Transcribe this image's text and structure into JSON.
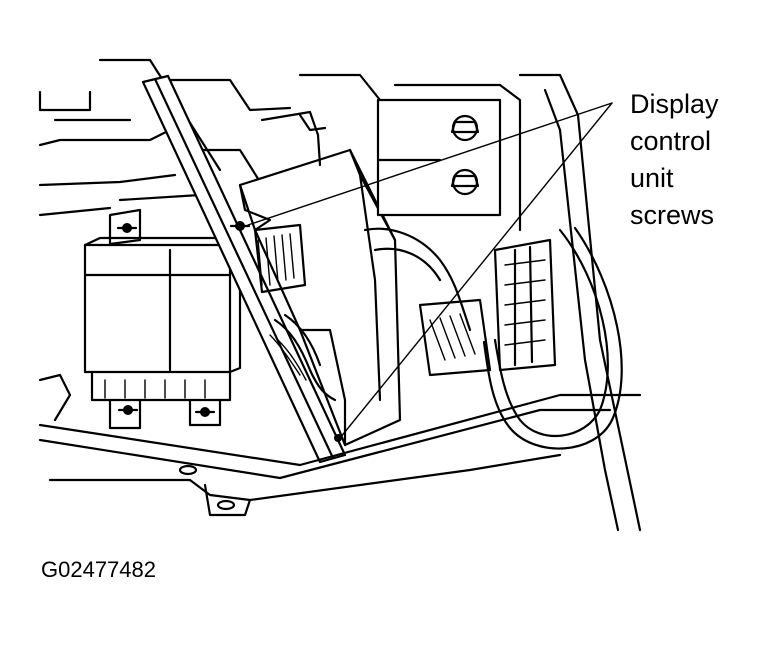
{
  "callout": {
    "lines": [
      "Display",
      "control",
      "unit",
      "screws"
    ]
  },
  "figure_id": "G02477482",
  "colors": {
    "ink": "#000000",
    "paper": "#ffffff"
  }
}
